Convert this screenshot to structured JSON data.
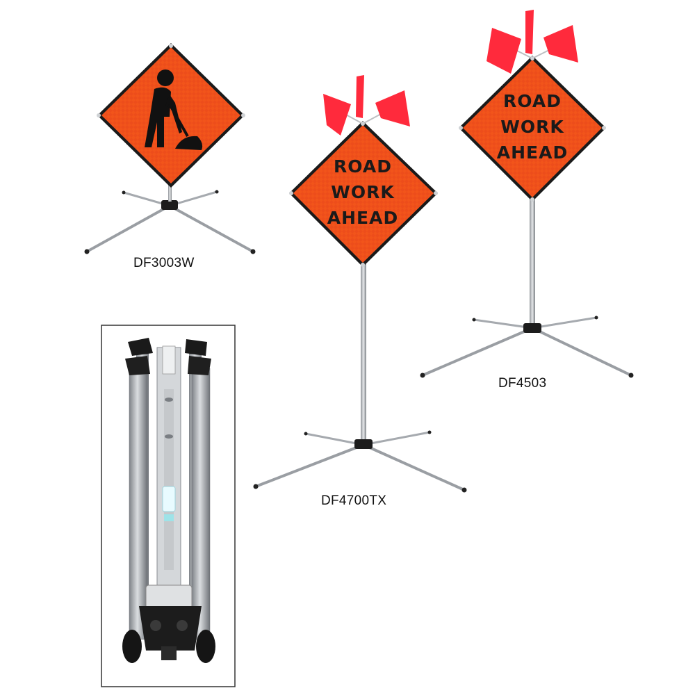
{
  "products": [
    {
      "model": "DF3003W",
      "sign": "worker-symbol"
    },
    {
      "model": "DF4700TX",
      "sign_lines": [
        "ROAD",
        "WORK",
        "AHEAD"
      ]
    },
    {
      "model": "DF4503",
      "sign_lines": [
        "ROAD",
        "WORK",
        "AHEAD"
      ]
    }
  ],
  "inset": {
    "subject": "folded-stand-closeup"
  },
  "colors": {
    "sign_orange": "#f2541b",
    "sign_border": "#1a1a1a",
    "flag_red": "#ff2a3c",
    "metal": "#b9bcc0",
    "stand_black": "#1c1c1c"
  }
}
